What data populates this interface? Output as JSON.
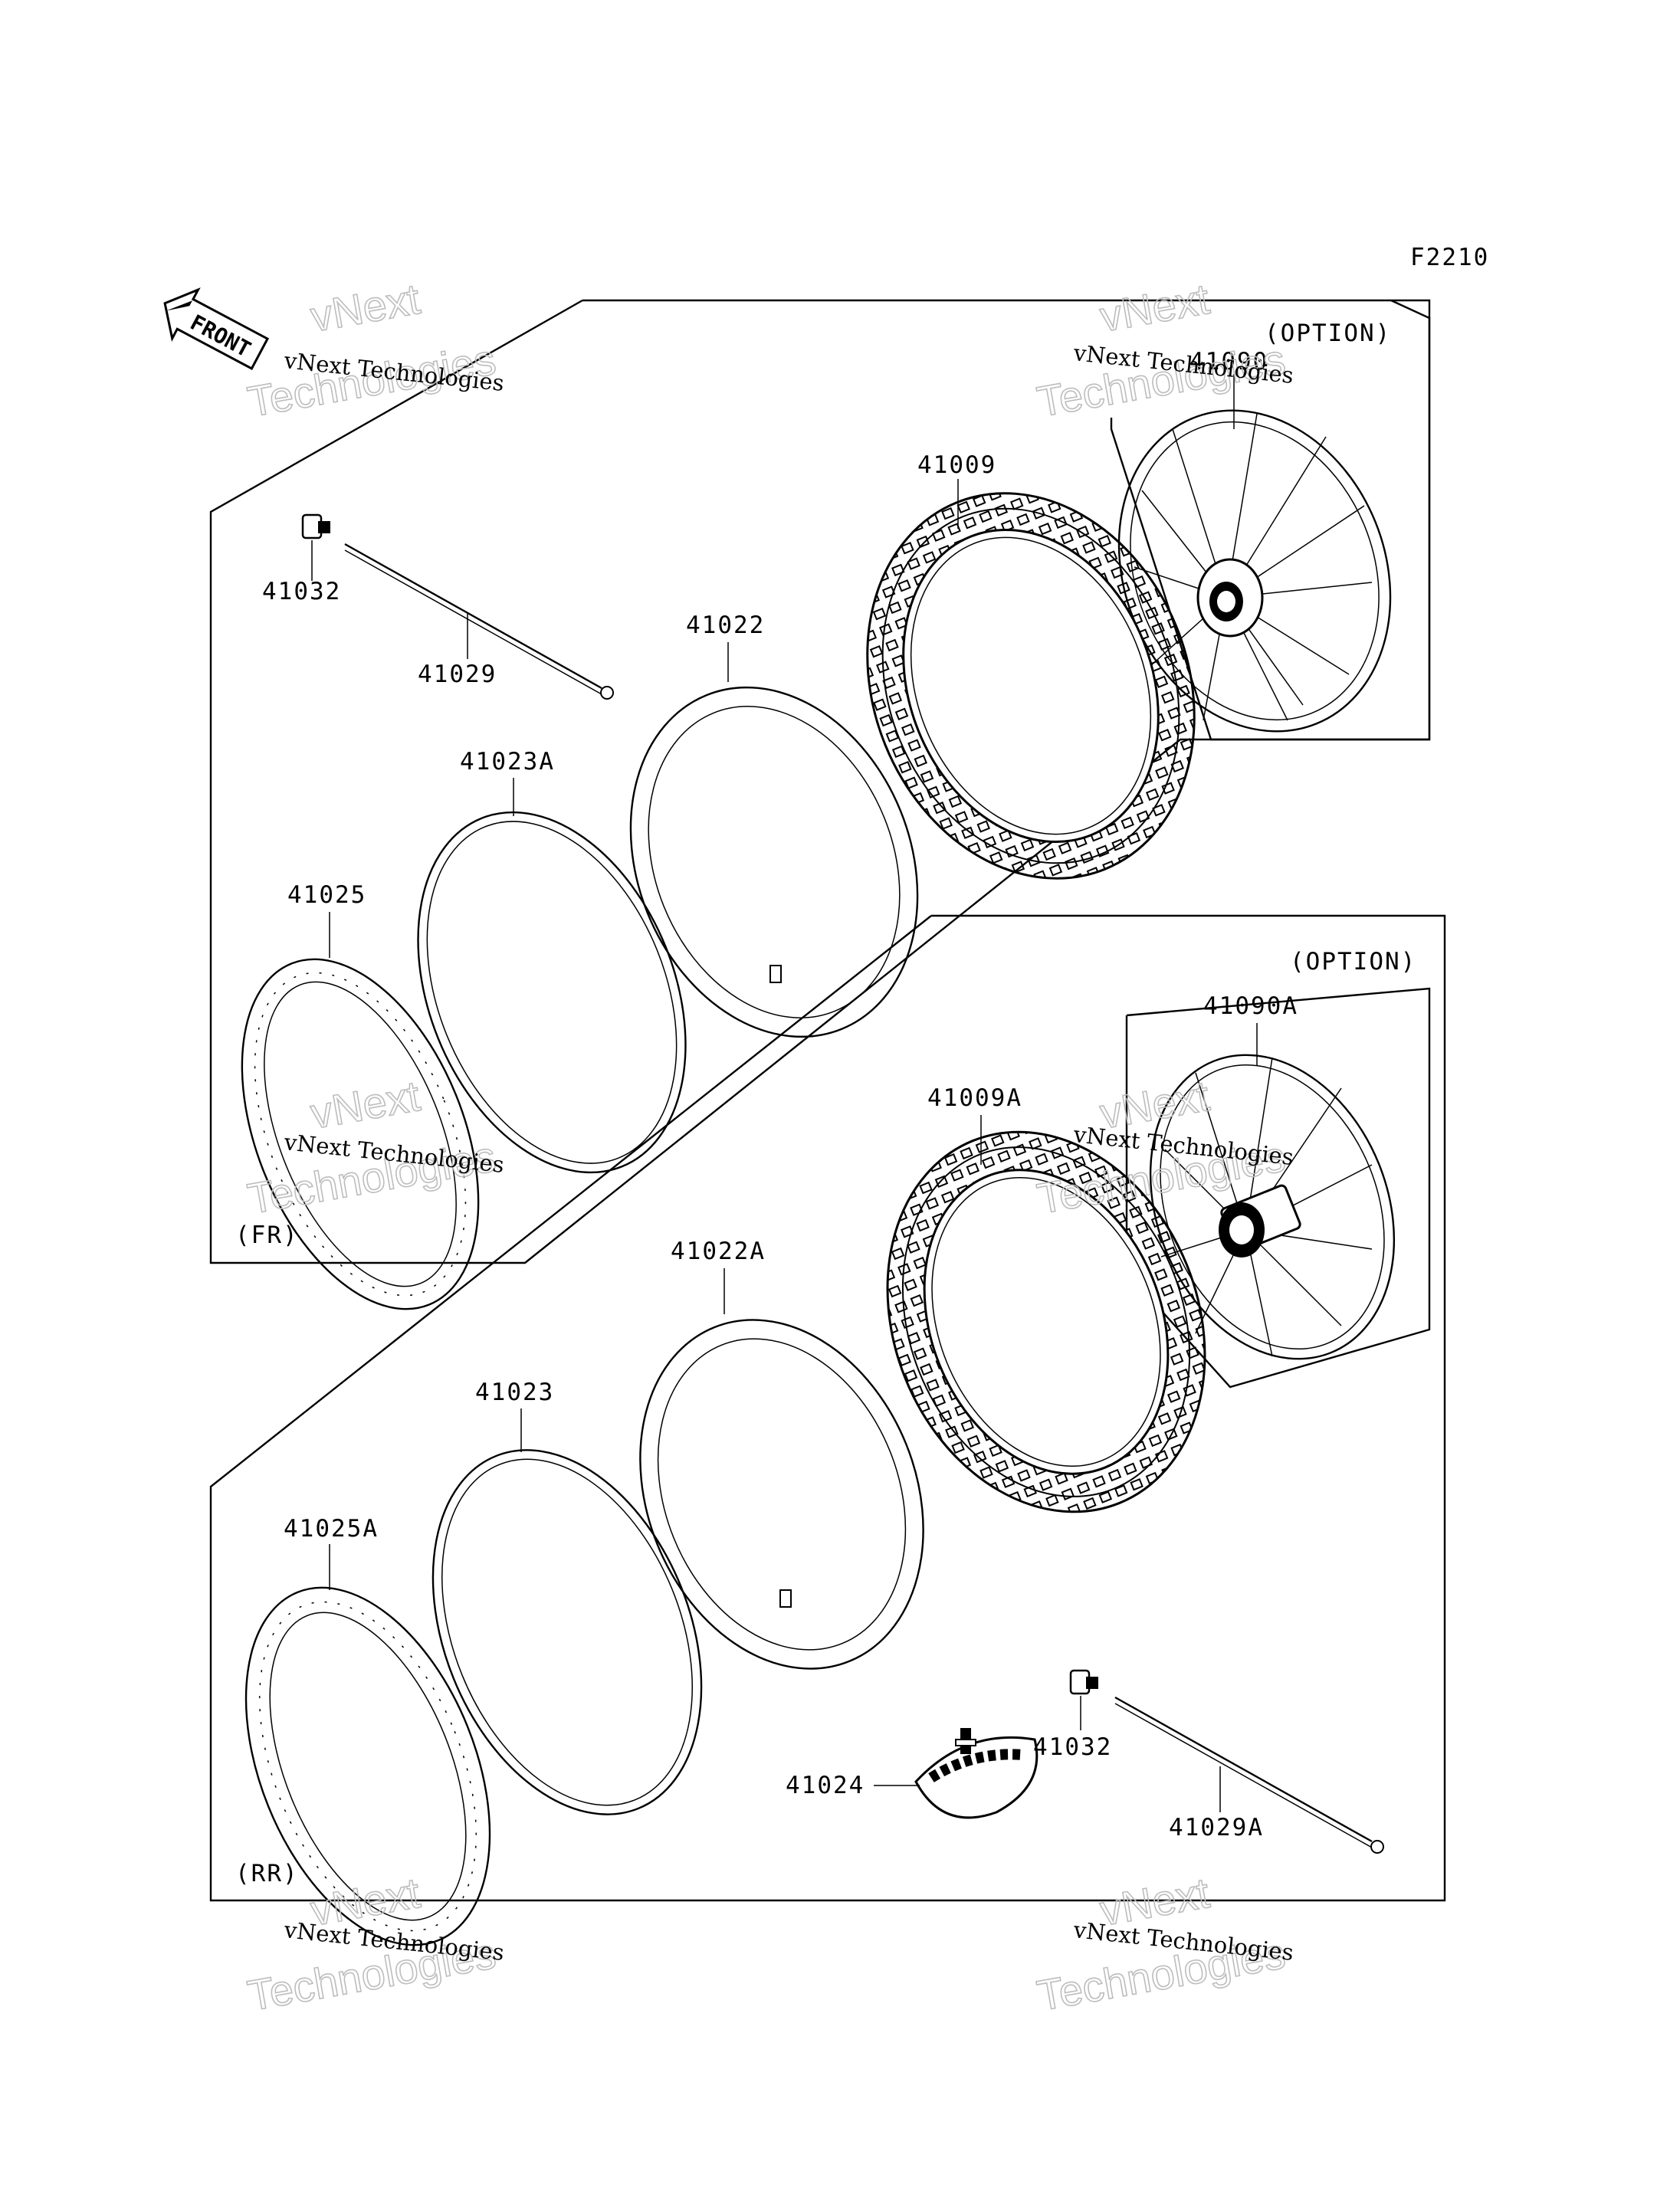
{
  "figure_code": "F2210",
  "front_label": "FRONT",
  "front_section": {
    "label": "(FR)",
    "option_label": "(OPTION)",
    "parts": {
      "wheel_assy": "41090",
      "tire": "41009",
      "tube": "41022",
      "rim_band": "41023A",
      "rim": "41025",
      "valve_cap": "41032",
      "spoke": "41029"
    }
  },
  "rear_section": {
    "label": "(RR)",
    "option_label": "(OPTION)",
    "parts": {
      "wheel_assy": "41090A",
      "tire": "41009A",
      "tube": "41022A",
      "rim_band": "41023",
      "rim": "41025A",
      "rim_lock": "41024",
      "valve_cap": "41032",
      "spoke": "41029A"
    }
  },
  "watermark": {
    "company": "vNext Technologies",
    "brand_top": "vNext",
    "brand_bottom": "Technologies"
  }
}
